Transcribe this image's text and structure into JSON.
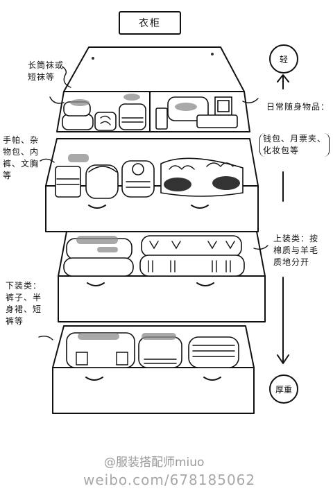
{
  "title": "衣柜",
  "notes": {
    "socks": "长筒袜或\n短袜等",
    "small_items": "手帕、杂\n物包、内\n裤、文胸\n等",
    "daily_items": "日常随身物品：",
    "daily_examples": "钱包、月票夹、\n化妆包等",
    "tops": "上装类：按\n棉质与羊毛\n质地分开",
    "bottoms": "下装类：\n裤子、半\n身裙、短\n裤等"
  },
  "scale": {
    "light": "轻",
    "heavy": "厚重"
  },
  "watermark": {
    "handle": "@服装搭配师miuo",
    "url": "weibo.com/678185062"
  }
}
